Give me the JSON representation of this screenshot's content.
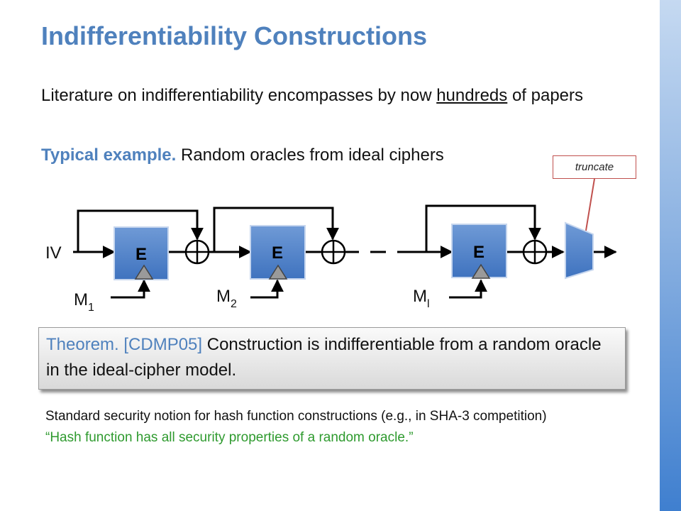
{
  "slide": {
    "title": "Indifferentiability Constructions",
    "intro_text": "Literature on indifferentiability encompasses by now ",
    "intro_underlined": "hundreds",
    "intro_tail": " of papers",
    "example_label": "Typical example.",
    "example_text": " Random oracles from ideal ciphers"
  },
  "diagram": {
    "truncate_label": "truncate",
    "iv_label": "IV",
    "blocks": [
      {
        "cipher_label": "E",
        "message_label": "M",
        "message_subscript": "1"
      },
      {
        "cipher_label": "E",
        "message_label": "M",
        "message_subscript": "2"
      },
      {
        "cipher_label": "E",
        "message_label": "M",
        "message_subscript": "l"
      }
    ]
  },
  "theorem": {
    "label": "Theorem.",
    "citation": " [CDMP05]",
    "text": " Construction is indifferentiable from a random oracle in the ideal-cipher model."
  },
  "notes": {
    "standard": "Standard security notion for hash function constructions (e.g., in SHA-3 competition)",
    "quote": "“Hash function has all security properties of a random oracle.”"
  },
  "colors": {
    "title": "#4f81bd",
    "cipher_box": "#4f81bd",
    "quote": "#2e9a2e",
    "truncate_border": "#c0504d"
  }
}
